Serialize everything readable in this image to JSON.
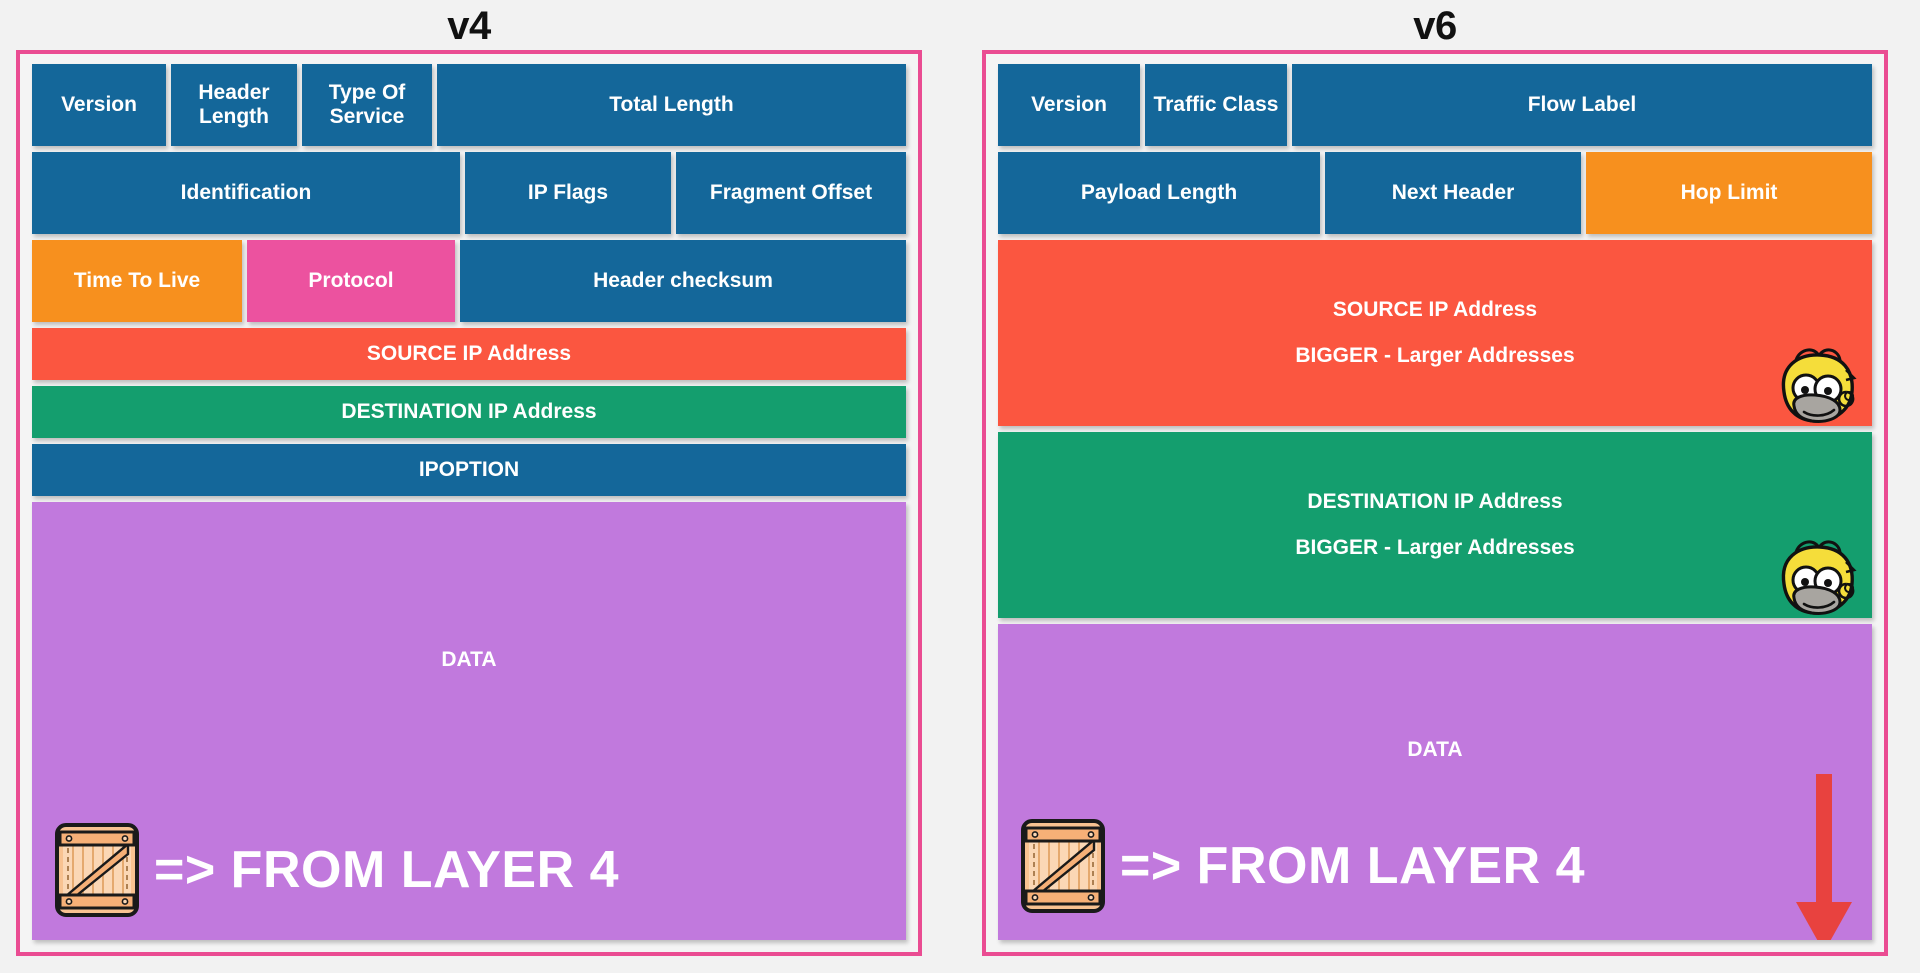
{
  "colors": {
    "frame_pink": "#ea4c92",
    "blue": "#14679a",
    "orange": "#f7901e",
    "pink": "#ec529f",
    "red": "#fb5640",
    "green": "#149e6e",
    "purple": "#c179dd",
    "arrow_red": "#e8423f",
    "background": "#f2f2f2",
    "text_white": "#ffffff",
    "title_black": "#111111"
  },
  "v4": {
    "title": "v4",
    "row1": [
      {
        "label": "Version",
        "color": "blue"
      },
      {
        "label": "Header Length",
        "color": "blue"
      },
      {
        "label": "Type Of Service",
        "color": "blue"
      },
      {
        "label": "Total Length",
        "color": "blue"
      }
    ],
    "row2": [
      {
        "label": "Identification",
        "color": "blue"
      },
      {
        "label": "IP Flags",
        "color": "blue"
      },
      {
        "label": "Fragment Offset",
        "color": "blue"
      }
    ],
    "row3": [
      {
        "label": "Time To Live",
        "color": "orange"
      },
      {
        "label": "Protocol",
        "color": "pink"
      },
      {
        "label": "Header checksum",
        "color": "blue"
      }
    ],
    "source": {
      "label": "SOURCE IP Address",
      "color": "red"
    },
    "destination": {
      "label": "DESTINATION IP Address",
      "color": "green"
    },
    "ipoption": {
      "label": "IPOPTION",
      "color": "blue"
    },
    "data": {
      "label": "DATA",
      "layer4_text": "=> FROM LAYER 4",
      "color": "purple",
      "crate_icon": "wooden-crate-icon"
    }
  },
  "v6": {
    "title": "v6",
    "row1": [
      {
        "label": "Version",
        "color": "blue"
      },
      {
        "label": "Traffic Class",
        "color": "blue"
      },
      {
        "label": "Flow Label",
        "color": "blue"
      }
    ],
    "row2": [
      {
        "label": "Payload Length",
        "color": "blue"
      },
      {
        "label": "Next Header",
        "color": "blue"
      },
      {
        "label": "Hop Limit",
        "color": "orange"
      }
    ],
    "source": {
      "line1": "SOURCE IP Address",
      "line2": "BIGGER - Larger Addresses",
      "color": "red",
      "icon": "homer-simpson-icon"
    },
    "destination": {
      "line1": "DESTINATION IP Address",
      "line2": "BIGGER - Larger Addresses",
      "color": "green",
      "icon": "homer-simpson-icon"
    },
    "data": {
      "label": "DATA",
      "layer4_text": "=> FROM LAYER 4",
      "color": "purple",
      "crate_icon": "wooden-crate-icon",
      "arrow_icon": "down-arrow-icon"
    }
  }
}
